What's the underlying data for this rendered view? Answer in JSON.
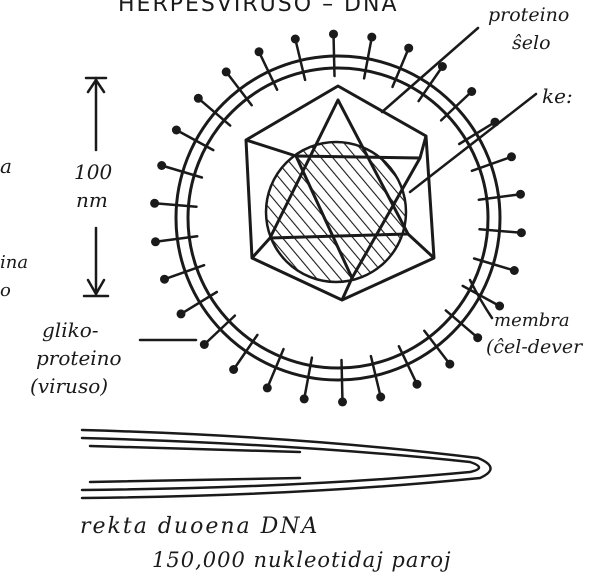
{
  "title": "HERPESVIRUSO – DNA",
  "labels": {
    "protein_shell": [
      "proteino",
      "ŝelo"
    ],
    "core": "ke:",
    "membrane": [
      "membra",
      "(ĉel-dever"
    ],
    "glycoprotein": [
      "gliko-",
      "proteino",
      "(viruso)"
    ],
    "scale_value": "100",
    "scale_unit": "nm",
    "left_fragment_a": "a",
    "left_fragment_b": [
      "ina",
      "o"
    ],
    "dna_caption": [
      "rekta duoena DNA",
      "150,000 nukleotidaj paroj"
    ]
  },
  "colors": {
    "ink": "#1a1a1a",
    "paper": "#ffffff"
  }
}
